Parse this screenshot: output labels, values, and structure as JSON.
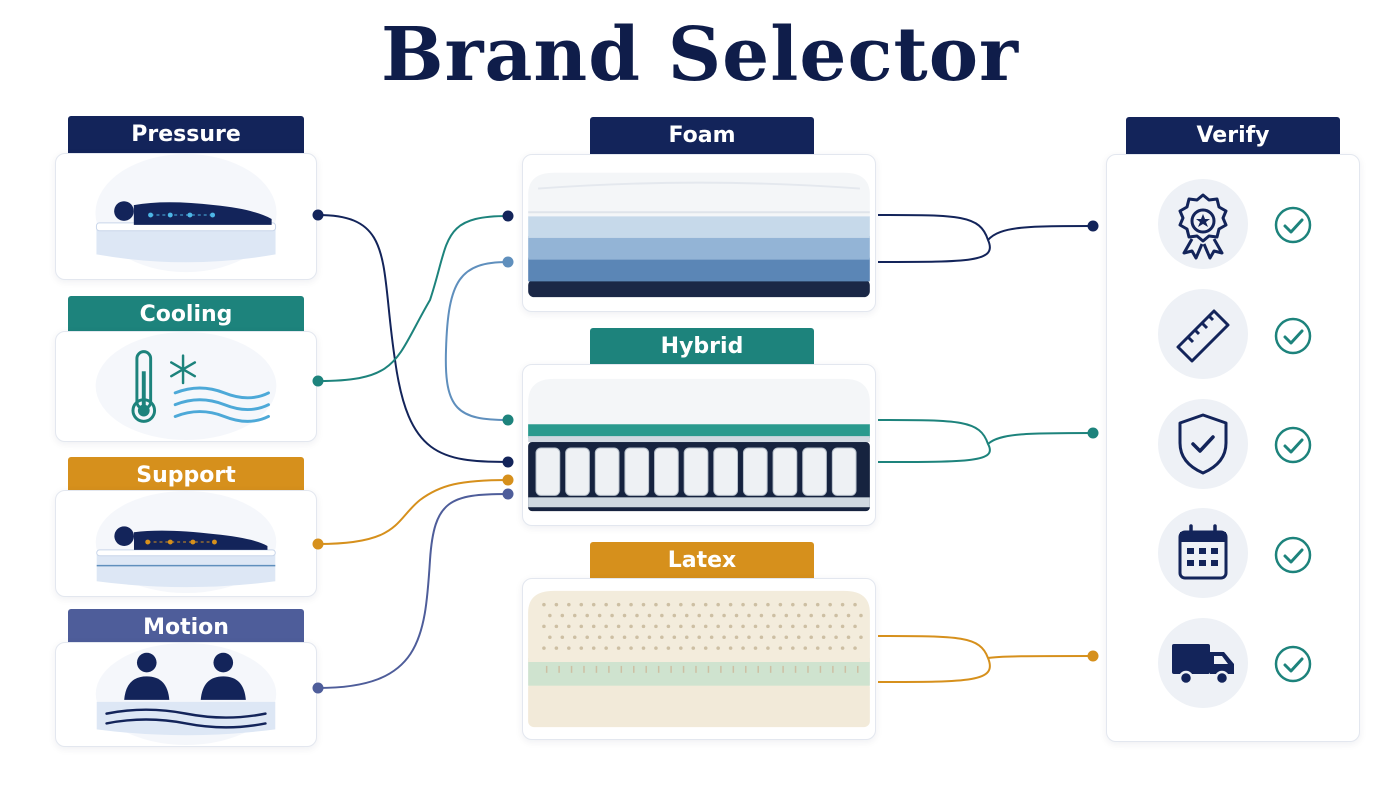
{
  "title": "Brand Selector",
  "needs": [
    {
      "label": "Pressure",
      "color": "#13245a",
      "icon": "sleeper-pressure-icon"
    },
    {
      "label": "Cooling",
      "color": "#1d837c",
      "icon": "thermometer-snowflake-icon"
    },
    {
      "label": "Support",
      "color": "#d6901c",
      "icon": "sleeper-support-icon"
    },
    {
      "label": "Motion",
      "color": "#4e5d9a",
      "icon": "two-sleepers-icon"
    }
  ],
  "types": [
    {
      "label": "Foam",
      "color": "#13245a"
    },
    {
      "label": "Hybrid",
      "color": "#1d837c"
    },
    {
      "label": "Latex",
      "color": "#d6901c"
    }
  ],
  "verify": {
    "label": "Verify",
    "color": "#13245a",
    "items": [
      {
        "icon": "award-badge-icon"
      },
      {
        "icon": "ruler-icon"
      },
      {
        "icon": "shield-check-icon"
      },
      {
        "icon": "calendar-icon"
      },
      {
        "icon": "delivery-truck-icon"
      }
    ]
  },
  "colors": {
    "navy": "#13245a",
    "teal": "#1d837c",
    "orange": "#d6901c",
    "slate": "#4e5d9a",
    "lightblue": "#5f8fbd"
  }
}
